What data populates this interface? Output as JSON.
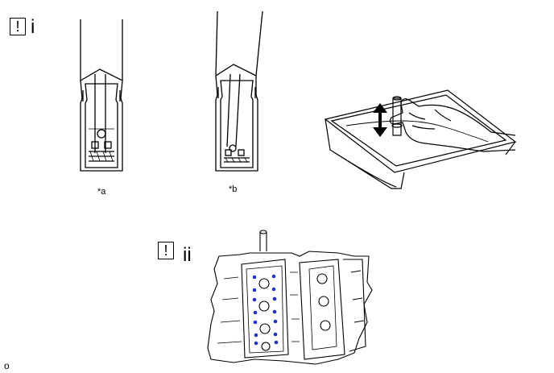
{
  "steps": [
    {
      "notice_symbol": "!",
      "label": "i"
    },
    {
      "notice_symbol": "!",
      "label": "ii"
    }
  ],
  "callouts": {
    "a": "*a",
    "b": "*b"
  },
  "figure_code": "o",
  "colors": {
    "line": "#000000",
    "bolt_marker": "#2233cc"
  },
  "icons": [
    "notice-icon",
    "double-arrow-icon"
  ]
}
